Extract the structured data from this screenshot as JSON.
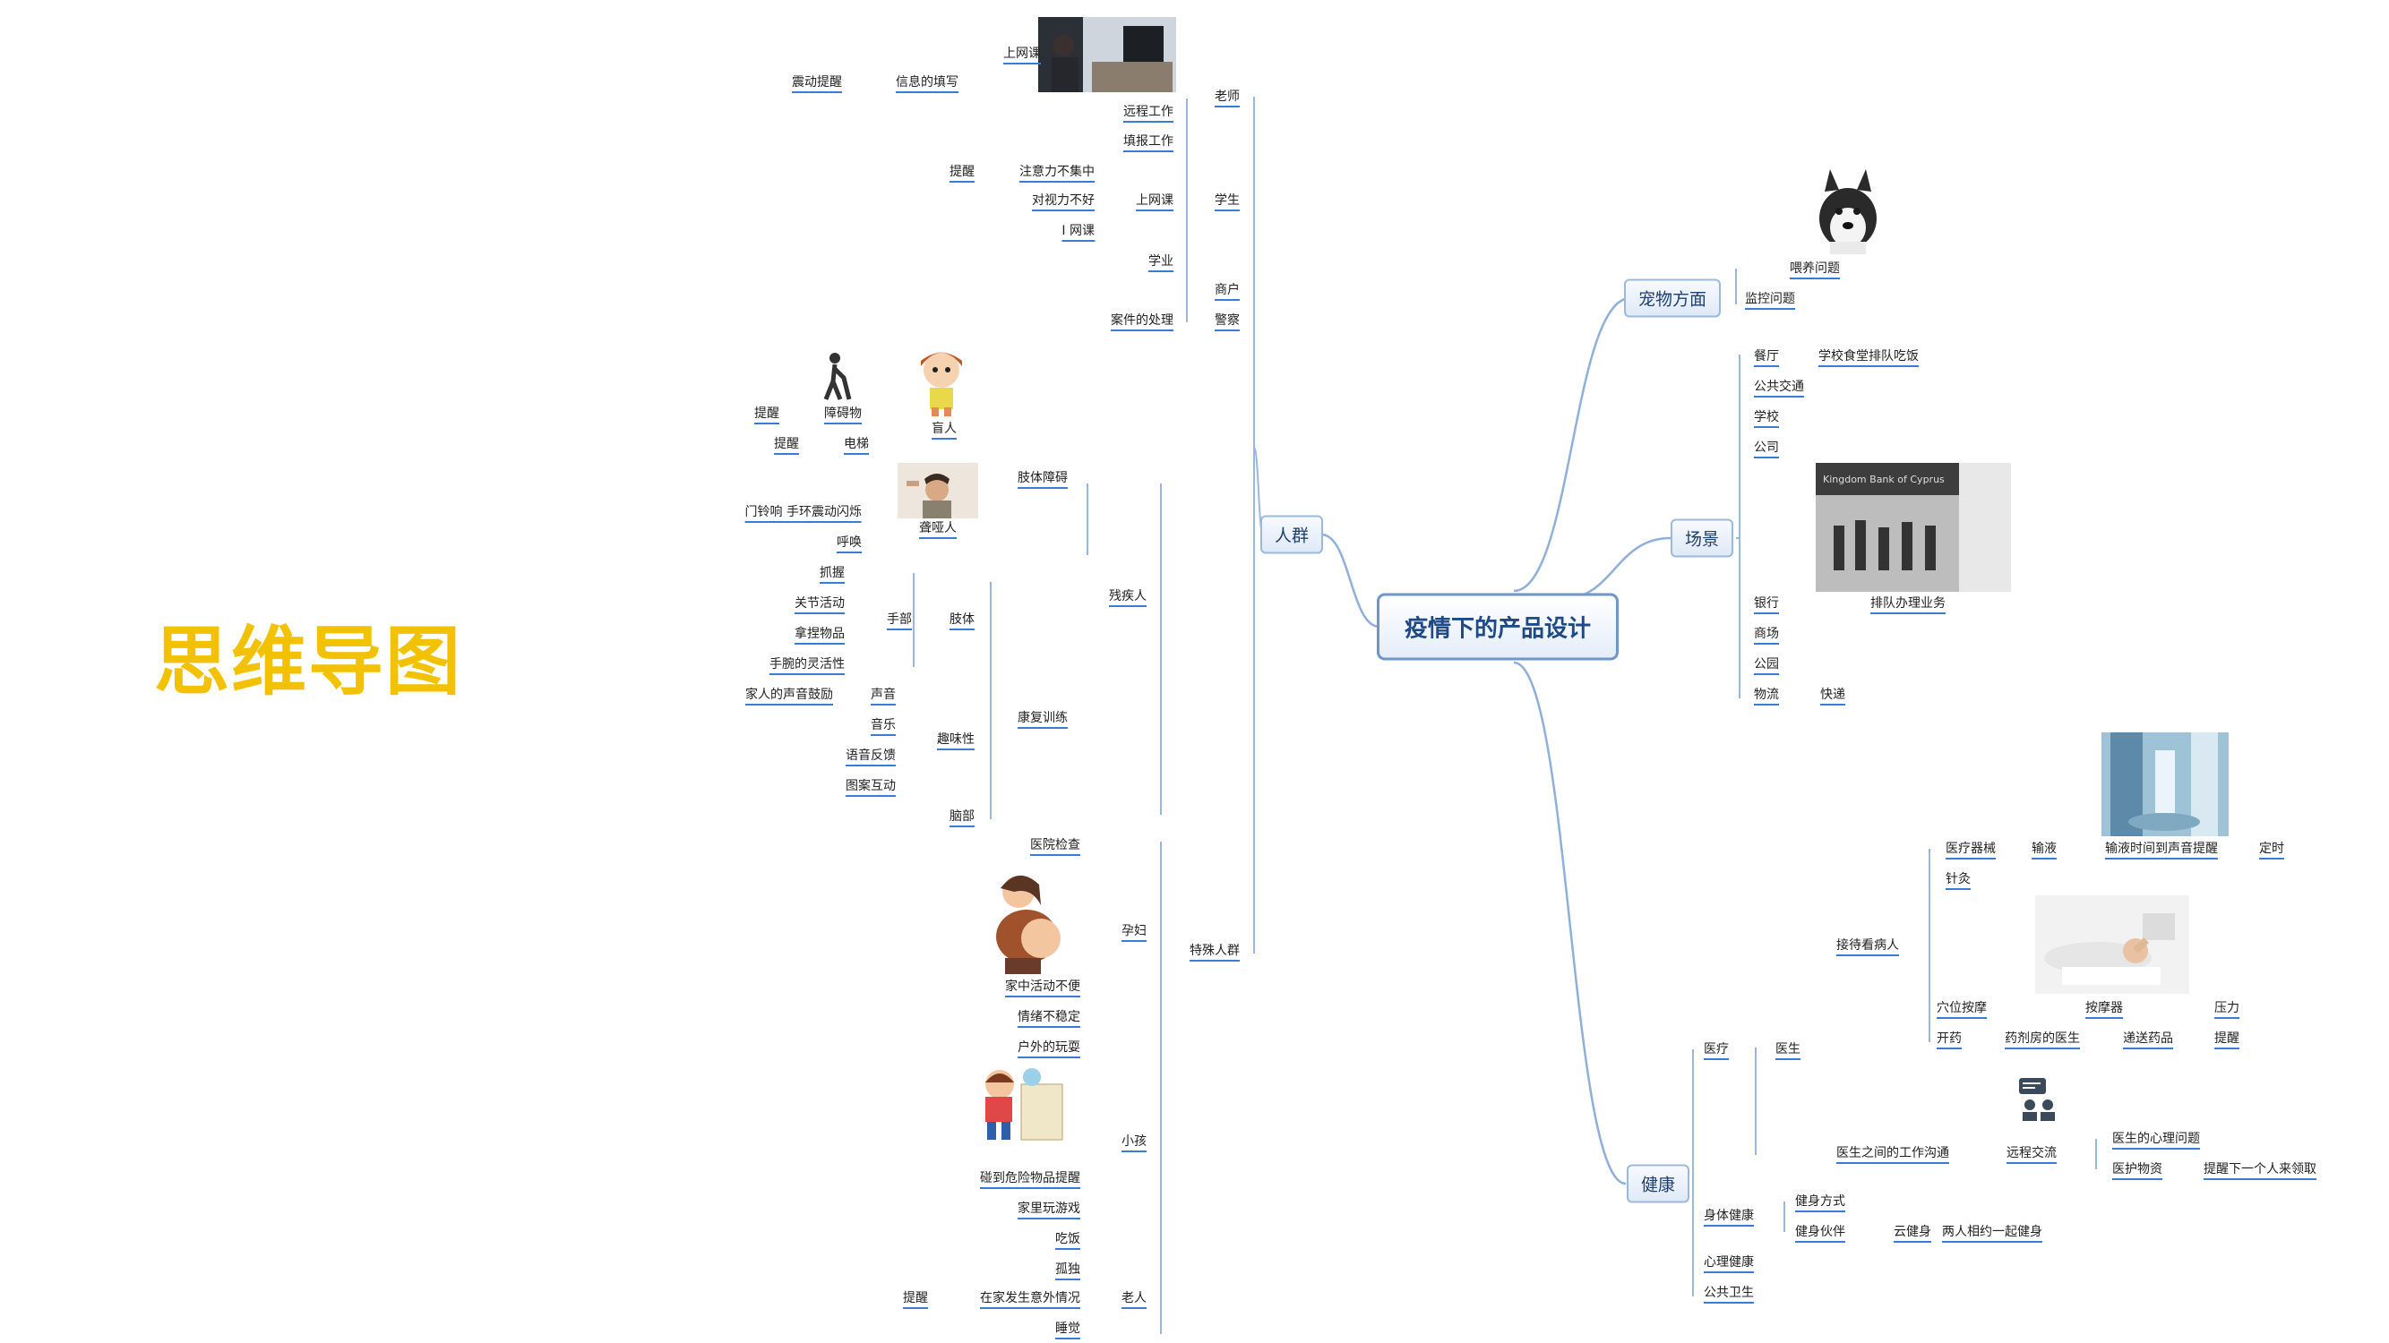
{
  "title": "思维导图",
  "center": "疫情下的产品设计",
  "main_branches": [
    "人群",
    "宠物方面",
    "场景",
    "健康"
  ],
  "people": {
    "teacher": {
      "label": "老师",
      "online_class": "上网课",
      "vibration_reminder": "震动提醒",
      "info_fill": "信息的填写",
      "remote_work": "远程工作"
    },
    "student": {
      "label": "学生",
      "fill_work": "填报工作",
      "reminder": "提醒",
      "attention": "注意力不集中",
      "eyesight": "对视力不好",
      "online_class": "上网课",
      "i_online": "I 网课",
      "studies": "学业"
    },
    "merchant": "商户",
    "police": {
      "label": "警察",
      "case": "案件的处理"
    },
    "special": "特殊人群",
    "disabled": {
      "label": "残疾人",
      "limb_barrier": "肢体障碍",
      "blind": "盲人",
      "obstacle": "障碍物",
      "remind1": "提醒",
      "remind2": "提醒",
      "elevator": "电梯",
      "deaf": "聋哑人",
      "doorbell": "门铃响 手环震动闪烁",
      "call": "呼唤",
      "rehab": "康复训练",
      "limbs": "肢体",
      "hand": "手部",
      "grip": "抓握",
      "joint": "关节活动",
      "hold": "拿捏物品",
      "wrist": "手腕的灵活性",
      "fun": "趣味性",
      "voice": "声音",
      "family_voice": "家人的声音鼓励",
      "music": "音乐",
      "voice_feedback": "语音反馈",
      "pattern": "图案互动",
      "brain": "脑部"
    },
    "pregnant": {
      "label": "孕妇",
      "checkup": "医院检查",
      "home_move": "家中活动不便",
      "mood": "情绪不稳定"
    },
    "child": {
      "label": "小孩",
      "outdoor": "户外的玩耍",
      "danger": "碰到危险物品提醒",
      "home_game": "家里玩游戏",
      "eat": "吃饭"
    },
    "elderly": {
      "label": "老人",
      "lonely": "孤独",
      "accident": "在家发生意外情况",
      "remind": "提醒",
      "sleep": "睡觉"
    }
  },
  "pets": {
    "feeding": "喂养问题",
    "monitor": "监控问题"
  },
  "scenes": {
    "canteen": "餐厅",
    "queue_eat": "学校食堂排队吃饭",
    "transport": "公共交通",
    "school": "学校",
    "company": "公司",
    "bank": "银行",
    "bank_queue": "排队办理业务",
    "mall": "商场",
    "park": "公园",
    "logistics": "物流",
    "express": "快递",
    "bank_sign": "Kingdom Bank of Cyprus"
  },
  "health": {
    "medical": "医疗",
    "doctor": "医生",
    "see_patient": "接待看病人",
    "device": "医疗器械",
    "infusion": "输液",
    "infusion_alert": "输液时间到声音提醒",
    "timing": "定时",
    "acupuncture": "针灸",
    "acupoint": "穴位按摩",
    "massager": "按摩器",
    "pressure": "压力",
    "prescribe": "开药",
    "pharmacy_doctor": "药剂房的医生",
    "deliver_drug": "递送药品",
    "wake": "提醒",
    "doctor_comm": "医生之间的工作沟通",
    "remote": "远程交流",
    "mental_doctor": "医生的心理问题",
    "supplies": "医护物资",
    "next_receive": "提醒下一个人来领取",
    "fitness": "身体健康",
    "method": "健身方式",
    "partner": "健身伙伴",
    "cloud_fit": "云健身",
    "two_fit": "两人相约一起健身",
    "mental": "心理健康",
    "hygiene": "公共卫生"
  },
  "colors": {
    "accent": "#3a7bd5",
    "title": "#f2c200",
    "branch": "#9db8d9"
  }
}
